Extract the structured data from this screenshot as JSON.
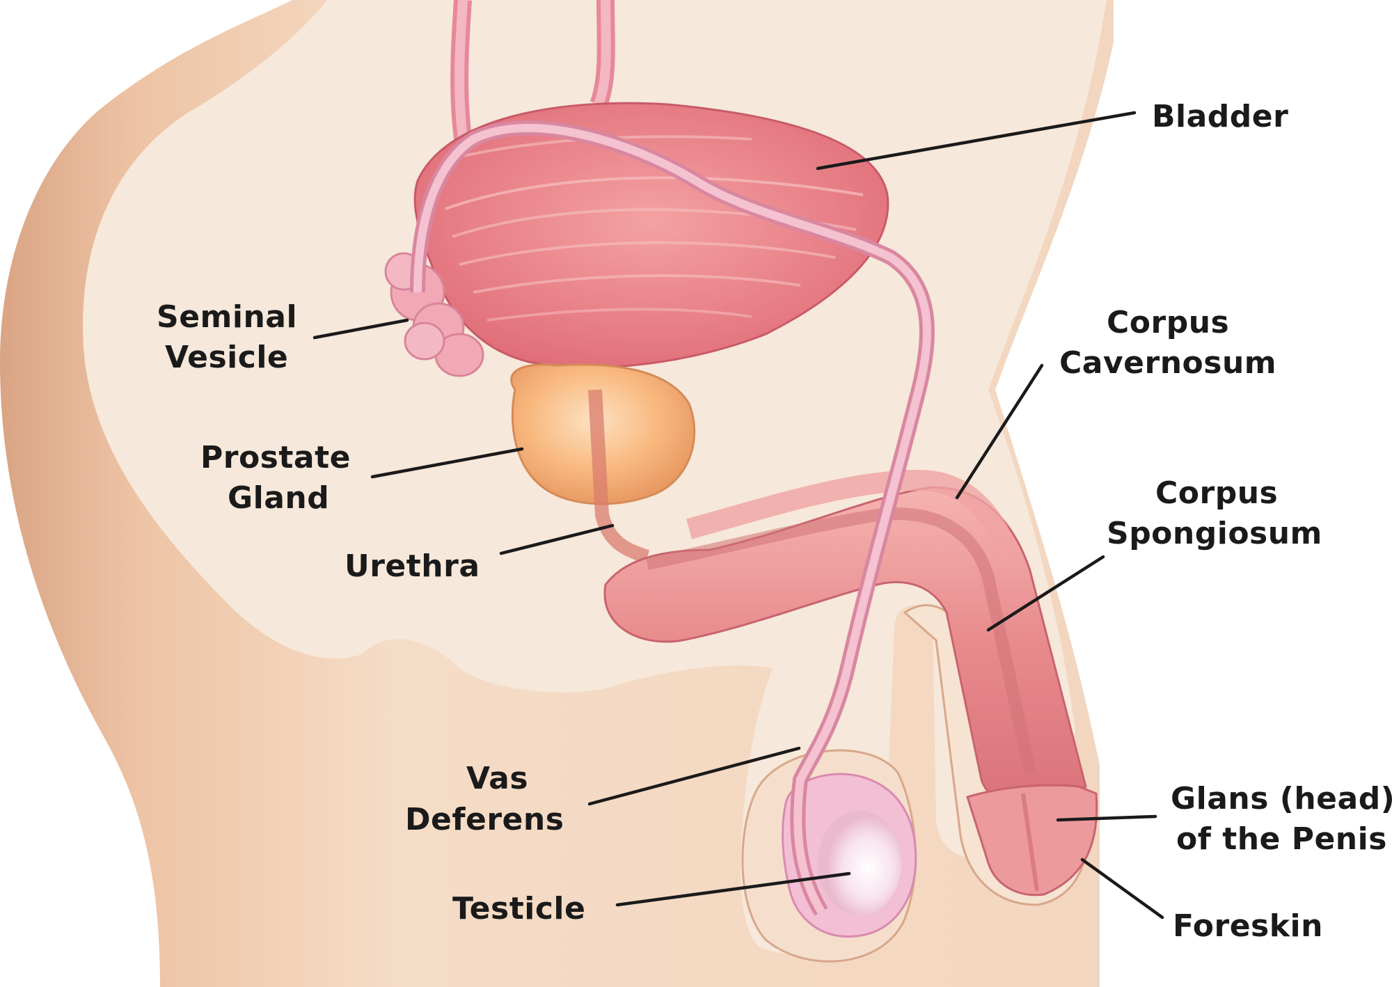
{
  "colors": {
    "skin_light": "#f5e9dc",
    "skin_mid": "#f0cfb4",
    "skin_dark": "#d9a484",
    "organ_pink": "#e8838a",
    "organ_highlight": "#f4b3b3",
    "duct_pink": "#f3b8c2",
    "prostate_orange": "#f7b57a",
    "label_color": "#1a1a1a"
  },
  "labels": {
    "bladder": "Bladder",
    "seminal_line1": "Seminal",
    "seminal_line2": "Vesicle",
    "corpus_cav_line1": "Corpus",
    "corpus_cav_line2": "Cavernosum",
    "prostate_line1": "Prostate",
    "prostate_line2": "Gland",
    "corpus_spon_line1": "Corpus",
    "corpus_spon_line2": "Spongiosum",
    "urethra": "Urethra",
    "vas_line1": "Vas",
    "vas_line2": "Deferens",
    "glans_line1": "Glans (head)",
    "glans_line2": "of the Penis",
    "testicle": "Testicle",
    "foreskin": "Foreskin"
  }
}
